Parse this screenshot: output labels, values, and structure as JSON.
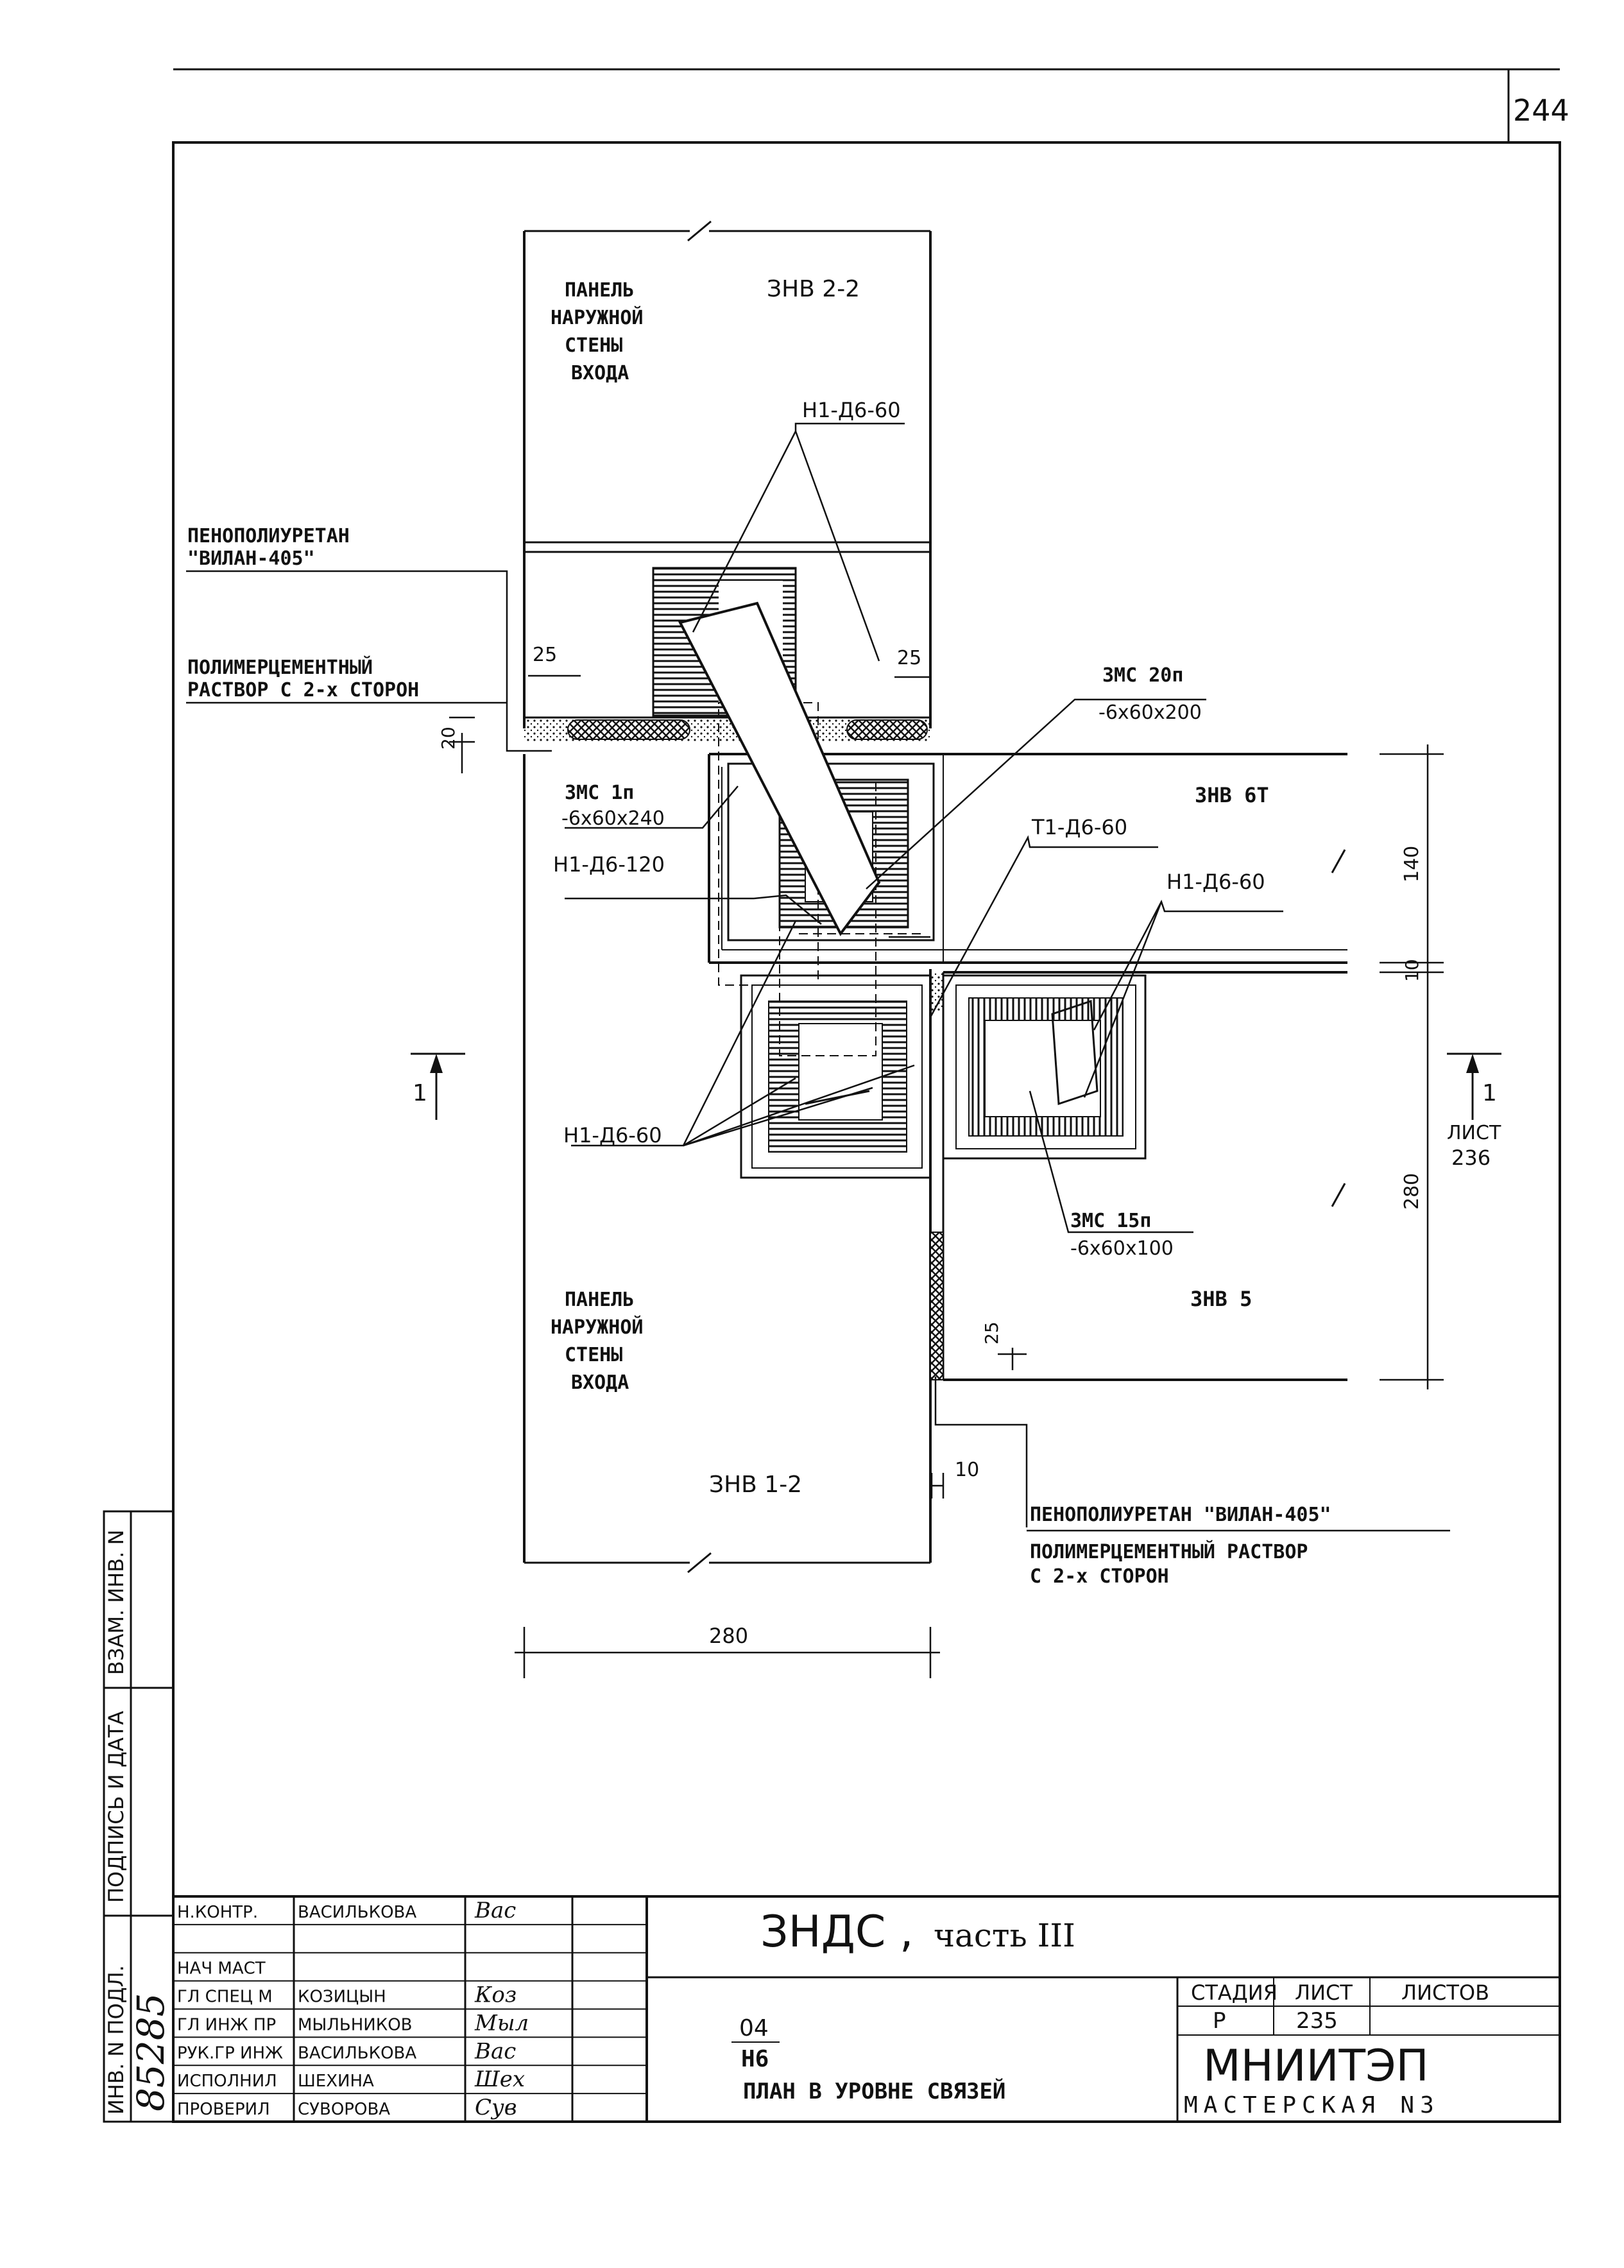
{
  "sheet_number": "244",
  "drawing": {
    "top_panel": {
      "label": [
        "ПАНЕЛЬ",
        "НАРУЖНОЙ",
        "СТЕНЫ",
        "ВХОДА"
      ],
      "mark": "ЗНВ 2-2"
    },
    "bottom_panel": {
      "label": [
        "ПАНЕЛЬ",
        "НАРУЖНОЙ",
        "СТЕНЫ",
        "ВХОДА"
      ],
      "mark": "ЗНВ 1-2"
    },
    "right_top_panel_mark": "ЗНВ 6Т",
    "right_bottom_panel_mark": "ЗНВ 5",
    "callouts": {
      "h1_top": "Н1-Д6-60",
      "foam_left": [
        "ПЕНОПОЛИУРЕТАН",
        "\"ВИЛАН-405\""
      ],
      "mortar_left": [
        "ПОЛИМЕРЦЕМЕНТНЫЙ",
        "РАСТВОР С 2-х СТОРОН"
      ],
      "zmc20": [
        "ЗМС 20п",
        "-6х60х200"
      ],
      "zmc1": [
        "ЗМС 1п",
        "-6х60х240"
      ],
      "h1_120": "Н1-Д6-120",
      "t1": "Т1-Д6-60",
      "h1_right": "Н1-Д6-60",
      "h1_left_bottom": "Н1-Д6-60",
      "zmc15": [
        "ЗМС 15п",
        "-6х60х100"
      ],
      "foam_right": "ПЕНОПОЛИУРЕТАН \"ВИЛАН-405\"",
      "mortar_right": [
        "ПОЛИМЕРЦЕМЕНТНЫЙ РАСТВОР",
        "С 2-х СТОРОН"
      ]
    },
    "dimensions": {
      "d25_left": "25",
      "d25_right": "25",
      "d20": "20",
      "d140": "140",
      "d10_right": "10",
      "d280_right": "280",
      "d25_low": "25",
      "d10_bottom": "10",
      "d280_bottom": "280"
    },
    "section_marker": {
      "left": "1",
      "right": "1",
      "sheet_ref": [
        "ЛИСТ",
        "236"
      ]
    }
  },
  "side_stamp": {
    "fields": [
      "ВЗАМ. ИНВ. N",
      "ПОДПИСЬ И ДАТА",
      "ИНВ. N ПОДЛ."
    ],
    "inv_number": "85285"
  },
  "title_block": {
    "rows": [
      {
        "role": "Н.КОНТР.",
        "name": "ВАСИЛЬКОВА",
        "sign": "Вас"
      },
      {
        "role": "",
        "name": "",
        "sign": ""
      },
      {
        "role": "НАЧ МАСТ",
        "name": "",
        "sign": ""
      },
      {
        "role": "ГЛ СПЕЦ М",
        "name": "КОЗИЦЫН",
        "sign": "Коз"
      },
      {
        "role": "ГЛ ИНЖ ПР",
        "name": "МЫЛЬНИКОВ",
        "sign": "Мыл"
      },
      {
        "role": "РУК.ГР ИНЖ",
        "name": "ВАСИЛЬКОВА",
        "sign": "Вас"
      },
      {
        "role": "ИСПОЛНИЛ",
        "name": "ШЕХИНА",
        "sign": "Шех"
      },
      {
        "role": "ПРОВЕРИЛ",
        "name": "СУВОРОВА",
        "sign": "Сув"
      }
    ],
    "project_main": "ЗНДС ,",
    "project_part": "часть III",
    "code_top": "04",
    "code_bottom": "Н6",
    "sheet_title": "ПЛАН В УРОВНЕ СВЯЗЕЙ",
    "stage_header": "СТАДИЯ",
    "sheet_header": "ЛИСТ",
    "sheets_header": "ЛИСТОВ",
    "stage": "Р",
    "sheet": "235",
    "sheets": "",
    "org": "МНИИТЭП",
    "workshop": "МАСТЕРСКАЯ N3"
  }
}
